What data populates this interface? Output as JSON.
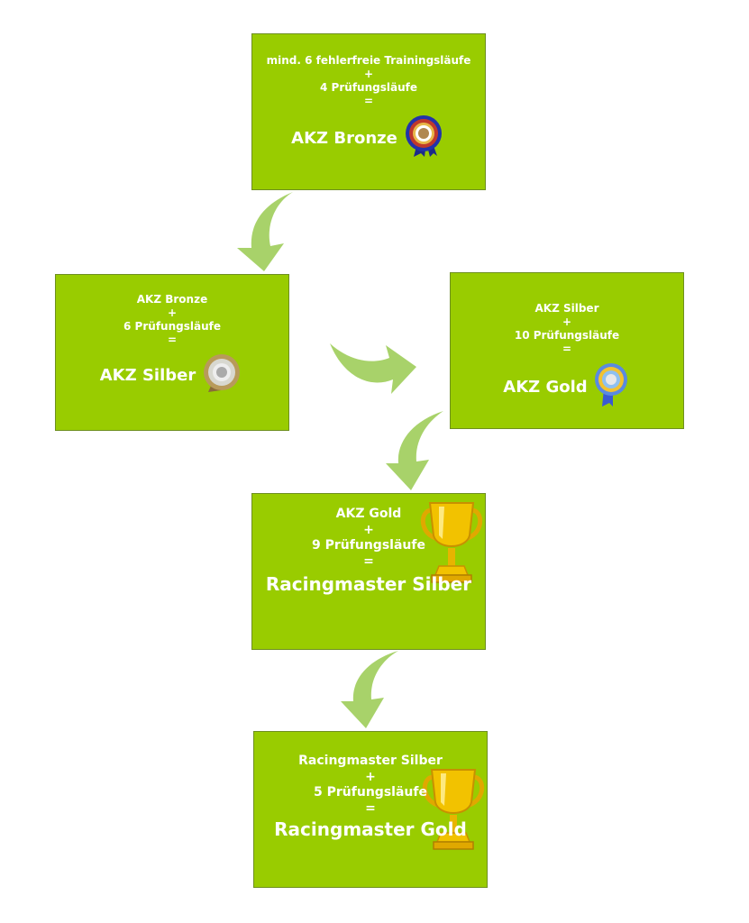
{
  "steps": {
    "bronze": {
      "line1": "mind. 6 fehlerfreie Trainingsläufe",
      "plus": "+",
      "line2": "4 Prüfungsläufe",
      "equals": "=",
      "result": "AKZ Bronze"
    },
    "silber": {
      "line1": "AKZ Bronze",
      "plus": "+",
      "line2": "6 Prüfungsläufe",
      "equals": "=",
      "result": "AKZ Silber"
    },
    "gold": {
      "line1": "AKZ Silber",
      "plus": "+",
      "line2": "10 Prüfungsläufe",
      "equals": "=",
      "result": "AKZ Gold"
    },
    "rm_silber": {
      "line1": "AKZ Gold",
      "plus": "+",
      "line2": "9 Prüfungsläufe",
      "equals": "=",
      "result": "Racingmaster Silber"
    },
    "rm_gold": {
      "line1": "Racingmaster Silber",
      "plus": "+",
      "line2": "5 Prüfungsläufe",
      "equals": "=",
      "result": "Racingmaster Gold"
    }
  },
  "colors": {
    "box": "#99cc00",
    "arrow": "#a8d26a",
    "text": "#ffffff",
    "trophy": "#f2c200"
  },
  "icons": {
    "bronze": "bronze-rosette-icon",
    "silber": "silver-rosette-icon",
    "gold": "gold-rosette-icon",
    "trophy": "trophy-icon"
  }
}
